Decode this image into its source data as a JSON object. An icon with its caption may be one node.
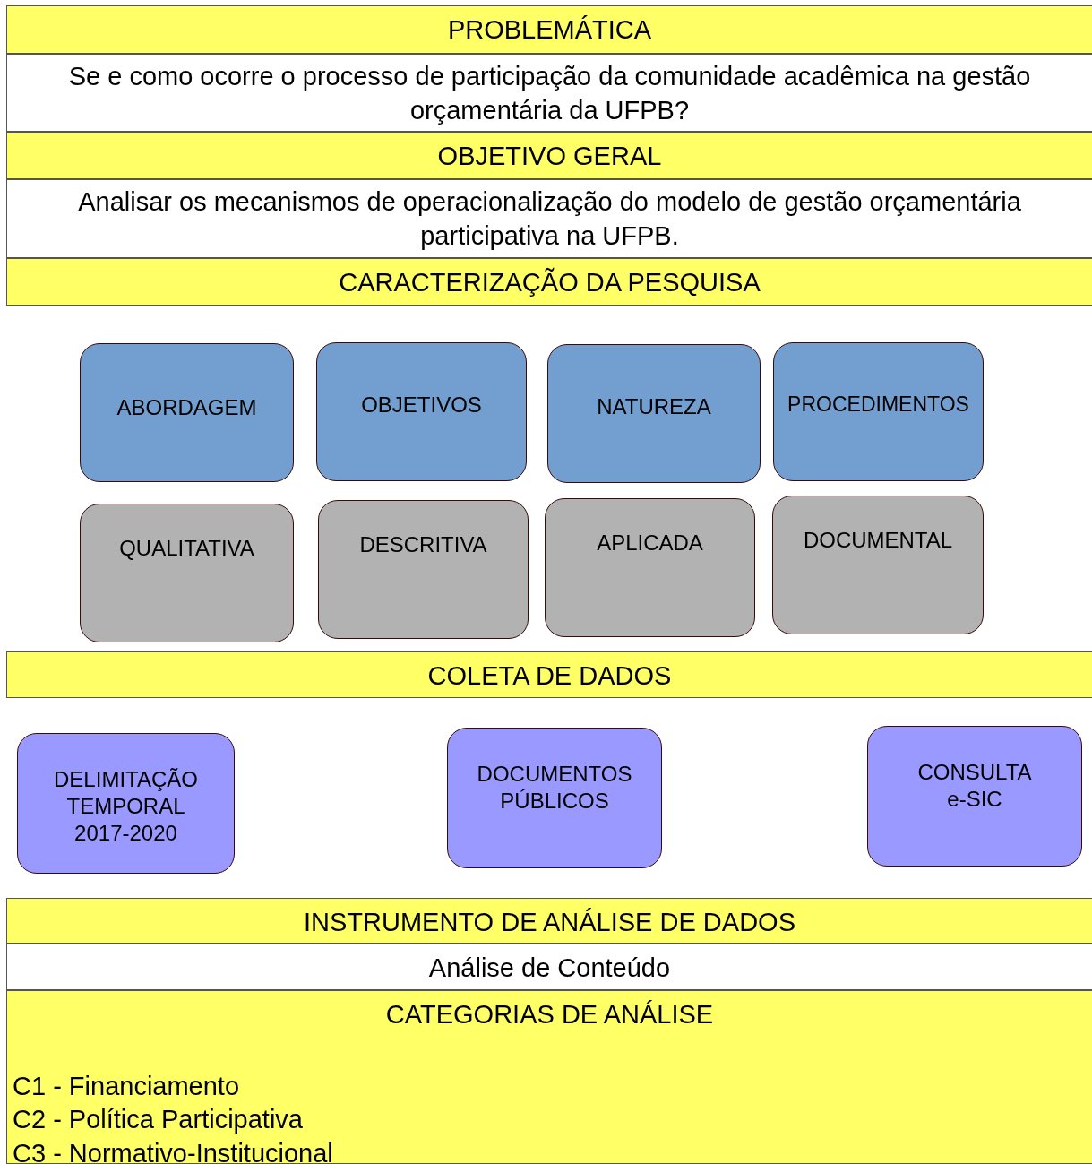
{
  "diagram": {
    "nodes": [
      {
        "text": [
          "PROBLEMÁTICA"
        ]
      },
      {
        "text": [
          "Se e como ocorre o processo de participação da comunidade acadêmica na gestão orçamentária da UFPB?"
        ]
      },
      {
        "text": [
          "OBJETIVO GERAL"
        ]
      },
      {
        "text": [
          "Analisar os mecanismos de operacionalização do modelo de gestão orçamentária participativa na UFPB."
        ]
      },
      {
        "text": [
          "CARACTERIZAÇÃO DA PESQUISA"
        ]
      },
      {
        "text": [
          "ABORDAGEM"
        ]
      },
      {
        "text": [
          "OBJETIVOS"
        ]
      },
      {
        "text": [
          "NATUREZA"
        ]
      },
      {
        "text": [
          "PROCEDIMENTOS"
        ]
      },
      {
        "text": [
          "QUALITATIVA"
        ]
      },
      {
        "text": [
          "DESCRITIVA"
        ]
      },
      {
        "text": [
          "APLICADA"
        ]
      },
      {
        "text": [
          "DOCUMENTAL"
        ]
      },
      {
        "text": [
          "COLETA DE DADOS"
        ]
      },
      {
        "text": [
          "DELIMITAÇÃO TEMPORAL 2017-2020"
        ]
      },
      {
        "text": [
          "DOCUMENTOS PÚBLICOS"
        ]
      },
      {
        "text": [
          "CONSULTA e-SIC"
        ]
      },
      {
        "text": [
          "INSTRUMENTO DE ANÁLISE DE DADOS"
        ]
      },
      {
        "text": [
          "Análise de Conteúdo"
        ]
      },
      {
        "text": [
          "CATEGORIAS DE ANÁLISE",
          "C1 - Financiamento",
          "C2 - Política Participativa",
          "C3 - Normativo-Institucional"
        ]
      }
    ]
  }
}
